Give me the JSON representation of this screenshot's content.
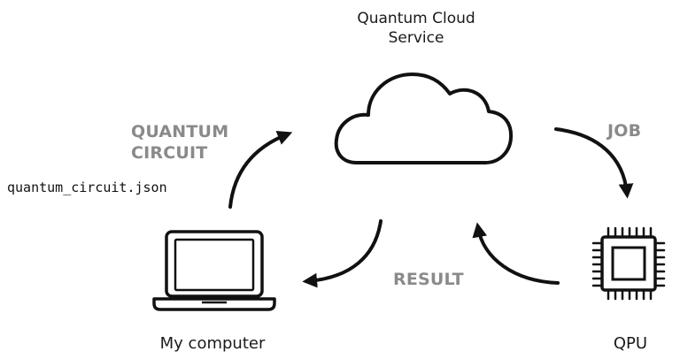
{
  "nodes": {
    "cloud": {
      "label_line1": "Quantum Cloud",
      "label_line2": "Service",
      "icon": "cloud-icon"
    },
    "computer": {
      "label": "My computer",
      "icon": "laptop-icon"
    },
    "qpu": {
      "label": "QPU",
      "icon": "chip-icon"
    }
  },
  "flows": {
    "circuit": {
      "label_line1": "QUANTUM",
      "label_line2": "CIRCUIT",
      "file": "quantum_circuit.json"
    },
    "job": {
      "label": "JOB"
    },
    "result": {
      "label": "RESULT"
    }
  },
  "colors": {
    "stroke": "#111111",
    "flow_label": "#8a8a8a"
  }
}
